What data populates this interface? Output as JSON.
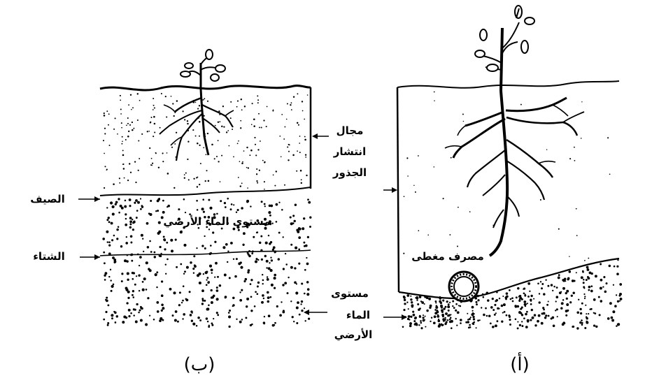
{
  "diagram": {
    "panel_b": {
      "caption": "(ب)",
      "label_summer": "الصيف",
      "label_winter": "الشتاء",
      "label_groundwater": "مستوى الماء الأرضي"
    },
    "panel_a": {
      "caption": "(أ)",
      "label_drain": "مصرف مغطى"
    },
    "center_labels": {
      "root_zone": [
        "مجال",
        "انتشار",
        "الجذور"
      ],
      "groundwater": [
        "مستوى",
        "الماء",
        "الأرضي"
      ]
    }
  }
}
